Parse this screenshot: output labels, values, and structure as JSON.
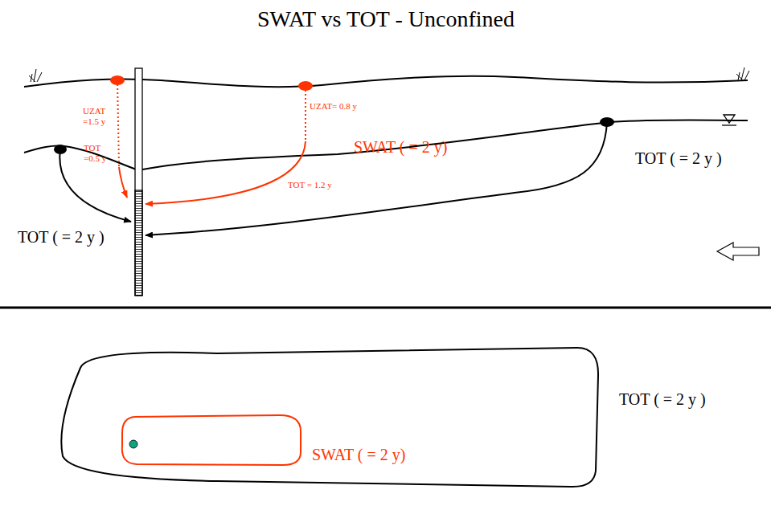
{
  "diagram": {
    "title": "SWAT vs TOT - Unconfined",
    "nodes": [
      {
        "text": [
          "TOT ( = 2 y )"
        ]
      },
      {
        "text": [
          "SWAT ( = 2 y)"
        ],
        "in": 0
      }
    ],
    "labels": [
      "UZAT =1.5 y",
      "TOT =0.5 y",
      "UZAT= 0.8 y",
      "SWAT ( = 2 y)",
      "TOT = 1.2 y",
      "TOT ( = 2 y )",
      "TOT ( = 2 y )"
    ]
  }
}
